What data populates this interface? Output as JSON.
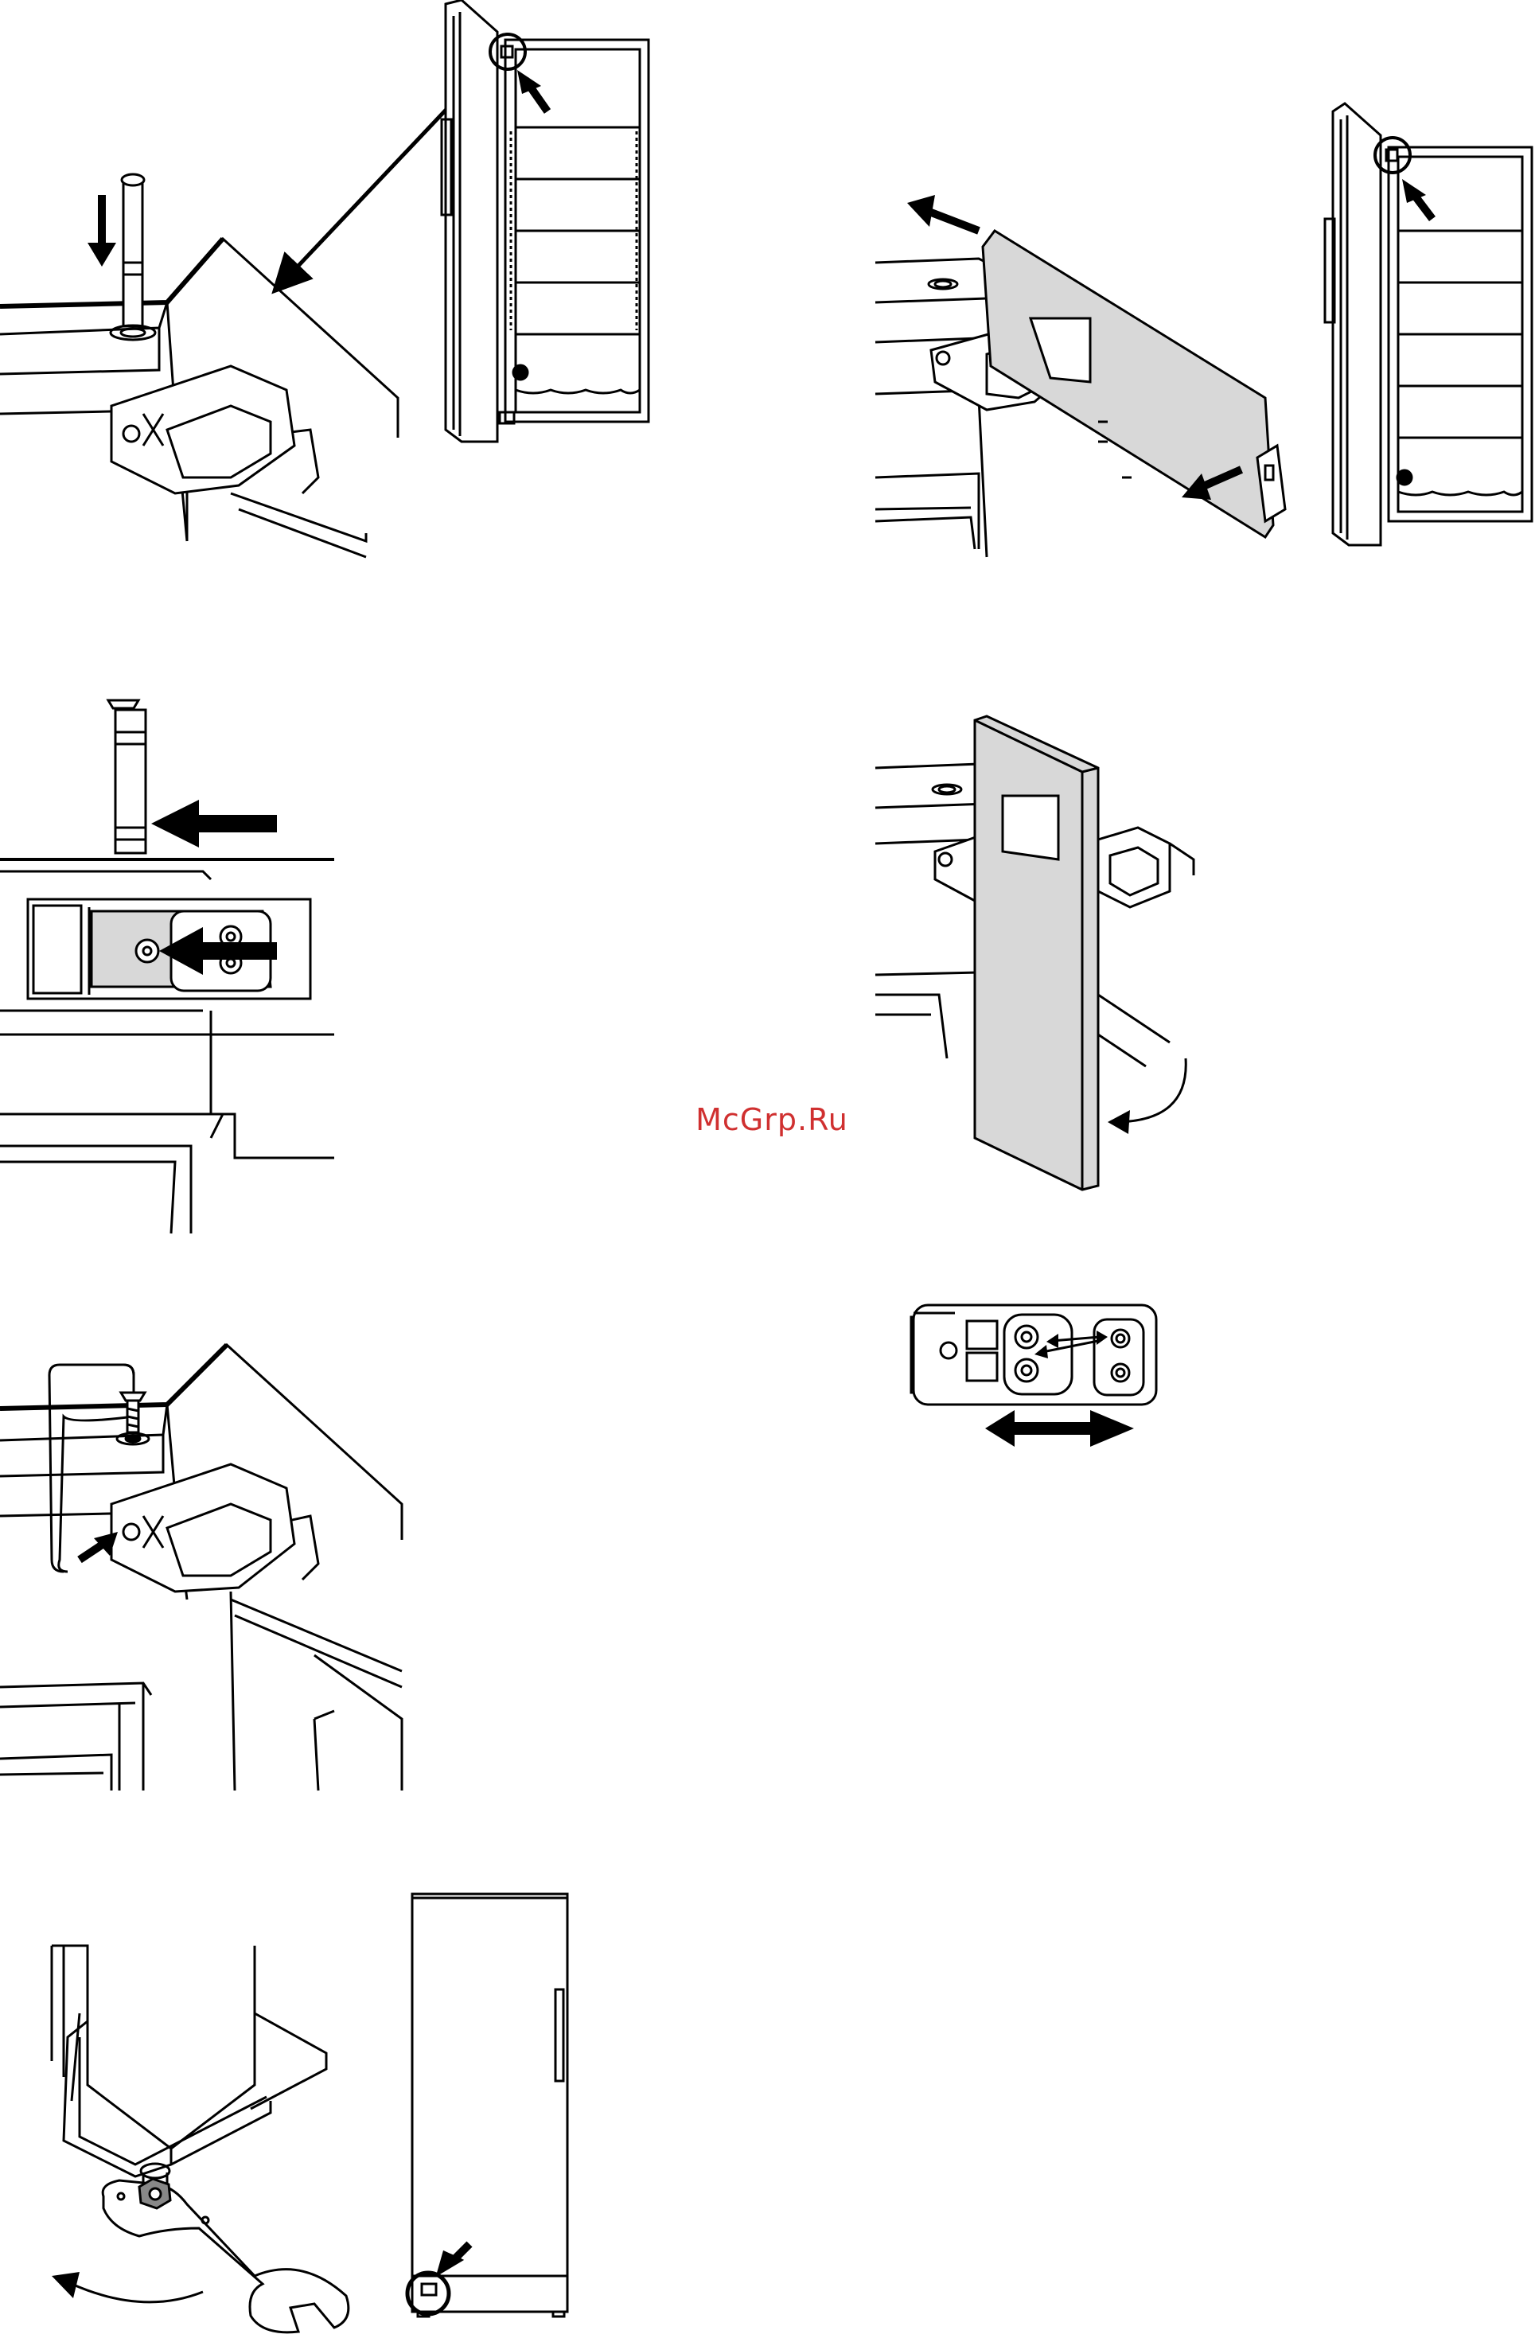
{
  "page": {
    "watermark": "McGrp.Ru"
  },
  "panels": [
    {
      "id": "panel-1",
      "desc_icon": "remove-hinge-pin-icon"
    },
    {
      "id": "panel-2",
      "desc_icon": "remove-cover-icon"
    },
    {
      "id": "panel-3",
      "desc_icon": "insert-pin-icon"
    },
    {
      "id": "panel-4",
      "desc_icon": "swing-door-icon"
    },
    {
      "id": "panel-5",
      "desc_icon": "hinge-bracket-icon"
    },
    {
      "id": "panel-6",
      "desc_icon": "fit-screw-icon"
    },
    {
      "id": "panel-7",
      "desc_icon": "adjust-foot-icon"
    }
  ]
}
